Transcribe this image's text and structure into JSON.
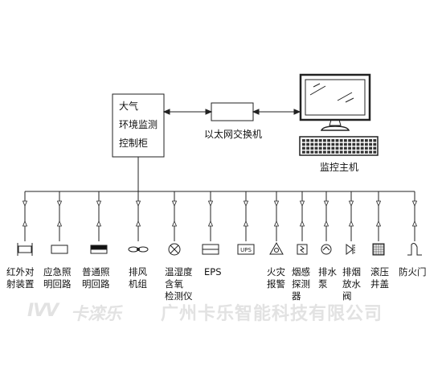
{
  "cabinet": {
    "label": "大气\n环境监测\n控制柜"
  },
  "switch": {
    "label": "以太网交换机"
  },
  "host": {
    "label": "监控主机"
  },
  "devices": [
    {
      "label": "红外对\n射装置",
      "icon": "infrared-beam-icon"
    },
    {
      "label": "应急照\n明回路",
      "icon": "emergency-light-icon"
    },
    {
      "label": "普通照\n明回路",
      "icon": "normal-light-icon"
    },
    {
      "label": "排风\n机组",
      "icon": "exhaust-fan-icon"
    },
    {
      "label": "温湿度\n含氧\n检测仪",
      "icon": "sensor-lamp-icon"
    },
    {
      "label": "EPS",
      "icon": "eps-icon"
    },
    {
      "label": "",
      "icon": "ups-icon",
      "icon_text": "UPS"
    },
    {
      "label": "火灾\n报警",
      "icon": "fire-alarm-icon"
    },
    {
      "label": "烟感\n探测\n器",
      "icon": "smoke-detector-icon"
    },
    {
      "label": "排水\n泵",
      "icon": "drain-pump-icon"
    },
    {
      "label": "排烟\n放水\n阀",
      "icon": "smoke-valve-icon"
    },
    {
      "label": "滚压\n井盖",
      "icon": "manhole-cover-icon"
    },
    {
      "label": "防火门",
      "icon": "fire-door-icon"
    }
  ],
  "watermark": {
    "logo_text": "卡滦乐",
    "company": "广州卡乐智能科技有限公司"
  }
}
